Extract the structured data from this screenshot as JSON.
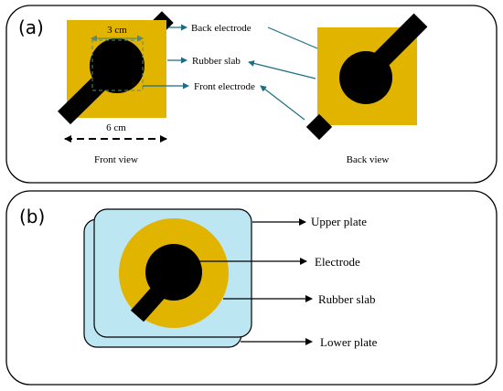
{
  "colors": {
    "gold": "#E1B400",
    "black": "#000000",
    "teal": "#1B6E86",
    "dim_green": "#5B8A6B",
    "light_blue": "#BDE6F3",
    "panel_border": "#000000"
  },
  "panel_a": {
    "label": "(a)",
    "dim_top": "3 cm",
    "dim_bottom": "6 cm",
    "back_electrode": "Back electrode",
    "rubber_slab": "Rubber slab",
    "front_electrode": "Front electrode",
    "front_view": "Front view",
    "back_view": "Back view"
  },
  "panel_b": {
    "label": "(b)",
    "upper_plate": "Upper plate",
    "electrode": "Electrode",
    "rubber_slab": "Rubber slab",
    "lower_plate": "Lower plate"
  }
}
